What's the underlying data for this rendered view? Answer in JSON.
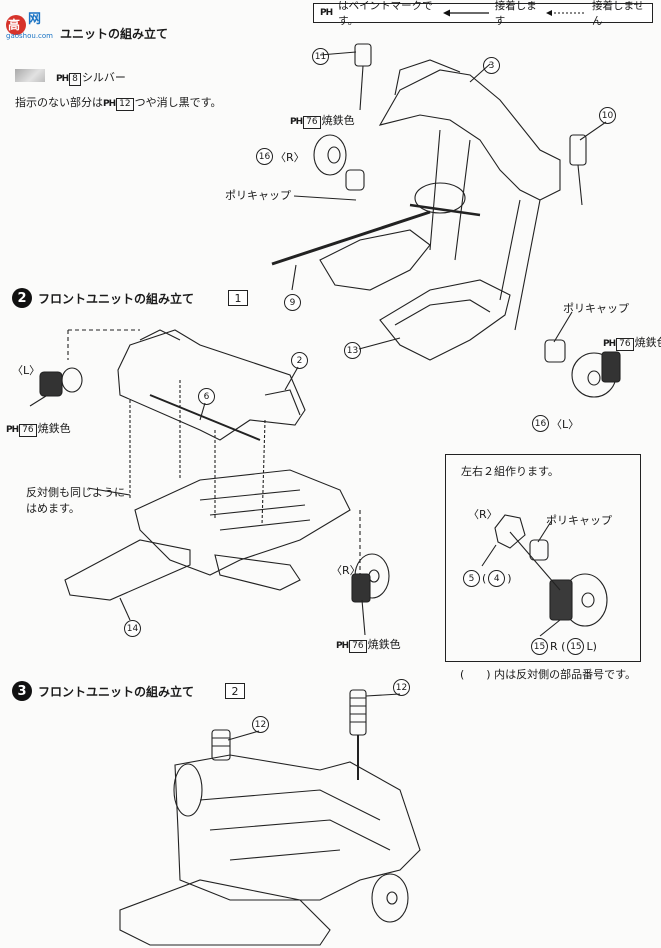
{
  "legend": {
    "paint_mark": "はペイントマークです。",
    "glued": "接着します",
    "not_glued": "接着しません"
  },
  "logo": {
    "main": "高",
    "sub": "gaoshou.com"
  },
  "step1": {
    "title": "ユニットの組み立て",
    "silver_num": "8",
    "silver_label": "シルバー",
    "note_prefix": "指示のない部分は",
    "note_num": "12",
    "note_suffix": "つや消し黒です。",
    "burnt_num": "76",
    "burnt_label": "焼鉄色",
    "part16": "16",
    "label_r": "〈R〉",
    "label_l": "〈L〉",
    "polycap": "ポリキャップ",
    "part11": "11",
    "part3": "3",
    "part10": "10",
    "part9": "9",
    "part13": "13"
  },
  "step2": {
    "number": "2",
    "title": "フロントユニットの組み立て",
    "ref": "1",
    "label_l": "〈L〉",
    "label_r": "〈R〉",
    "burnt_num": "76",
    "burnt_label": "焼鉄色",
    "part2": "2",
    "part6": "6",
    "part14": "14",
    "note_line1": "反対側も同じように",
    "note_line2": "はめます。"
  },
  "inset": {
    "title": "左右２組作ります。",
    "label_r": "〈R〉",
    "polycap": "ポリキャップ",
    "part5": "5",
    "part4": "4",
    "part15": "15",
    "r_text": "R (",
    "l_text": "L)",
    "footnote": "(　　) 内は反対側の部品番号です。"
  },
  "step3": {
    "number": "3",
    "title": "フロントユニットの組み立て",
    "ref": "2",
    "part12": "12"
  },
  "ph_label": "PH"
}
